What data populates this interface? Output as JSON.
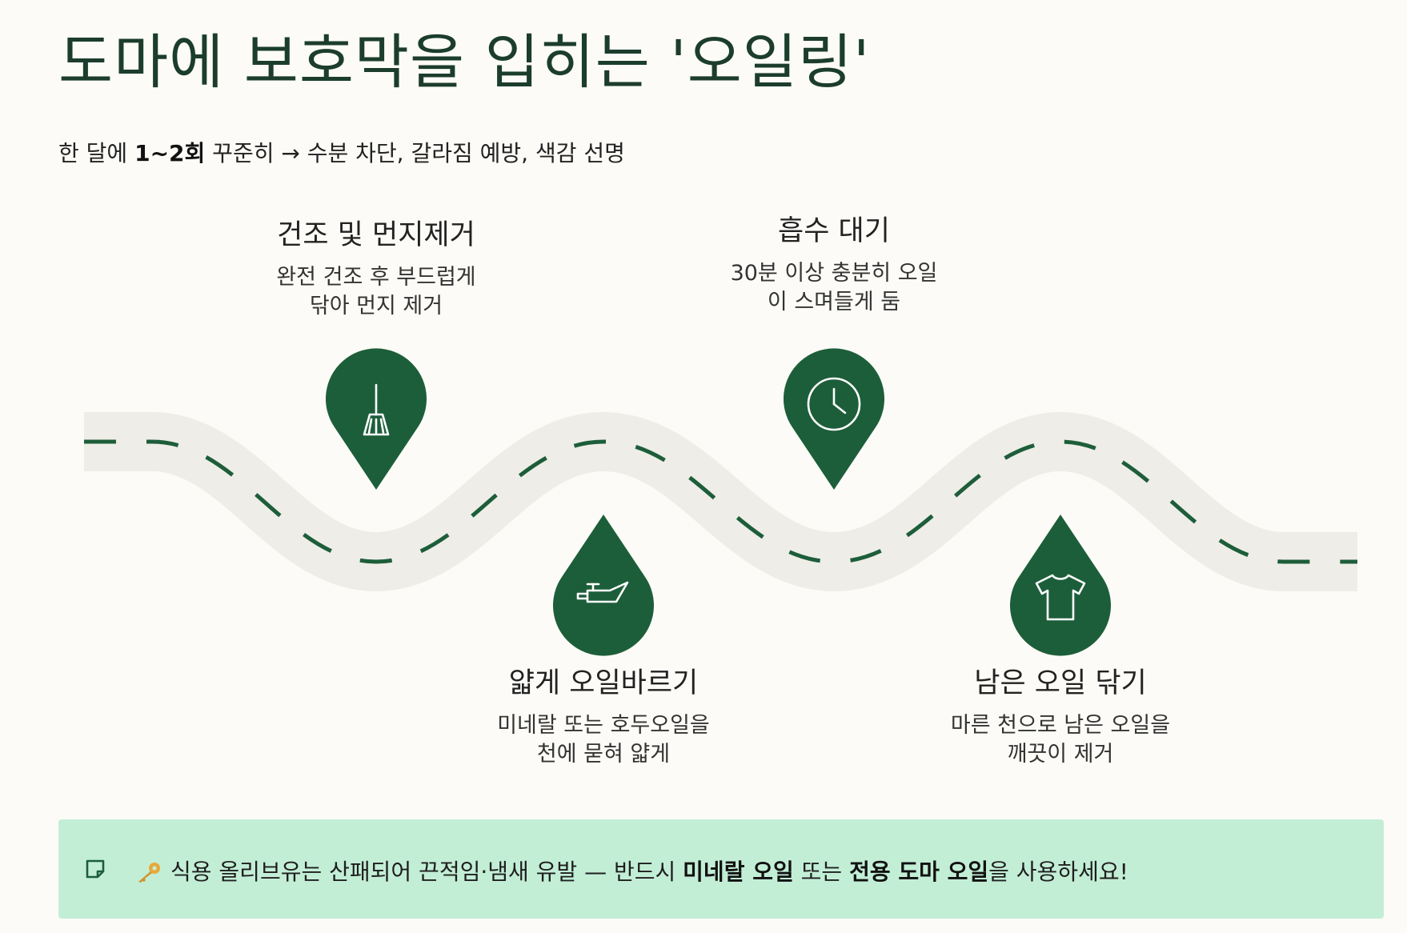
{
  "header": {
    "title": "도마에 보호막을 입히는 '오일링'",
    "subtitle_pre": "한 달에 ",
    "subtitle_bold": "1~2회",
    "subtitle_post": " 꾸준히 → 수분 차단, 갈라짐 예방, 색감 선명"
  },
  "steps": [
    {
      "title": "건조 및 먼지제거",
      "desc_line1": "완전 건조 후 부드럽게",
      "desc_line2": "닦아 먼지 제거",
      "icon": "broom-icon"
    },
    {
      "title": "얇게 오일바르기",
      "desc_line1": "미네랄 또는 호두오일을",
      "desc_line2": "천에 묻혀 얇게",
      "icon": "oil-can-icon"
    },
    {
      "title": "흡수 대기",
      "desc_line1": "30분 이상 충분히 오일",
      "desc_line2": "이 스며들게 둠",
      "icon": "clock-icon"
    },
    {
      "title": "남은 오일 닦기",
      "desc_line1": "마른 천으로 남은 오일을",
      "desc_line2": "깨끗이 제거",
      "icon": "tshirt-icon"
    }
  ],
  "note": {
    "part1": "식용 올리브유는 산패되어 끈적임·냄새 유발 — 반드시 ",
    "bold1": "미네랄 오일",
    "part2": " 또는 ",
    "bold2": "전용 도마 오일",
    "part3": "을 사용하세요!",
    "icon": "note-icon",
    "key_icon": "key-icon"
  },
  "colors": {
    "accent": "#1d5e3a",
    "road": "#efede7",
    "note_bg": "#c3eed6",
    "background": "#fcfbf7"
  }
}
